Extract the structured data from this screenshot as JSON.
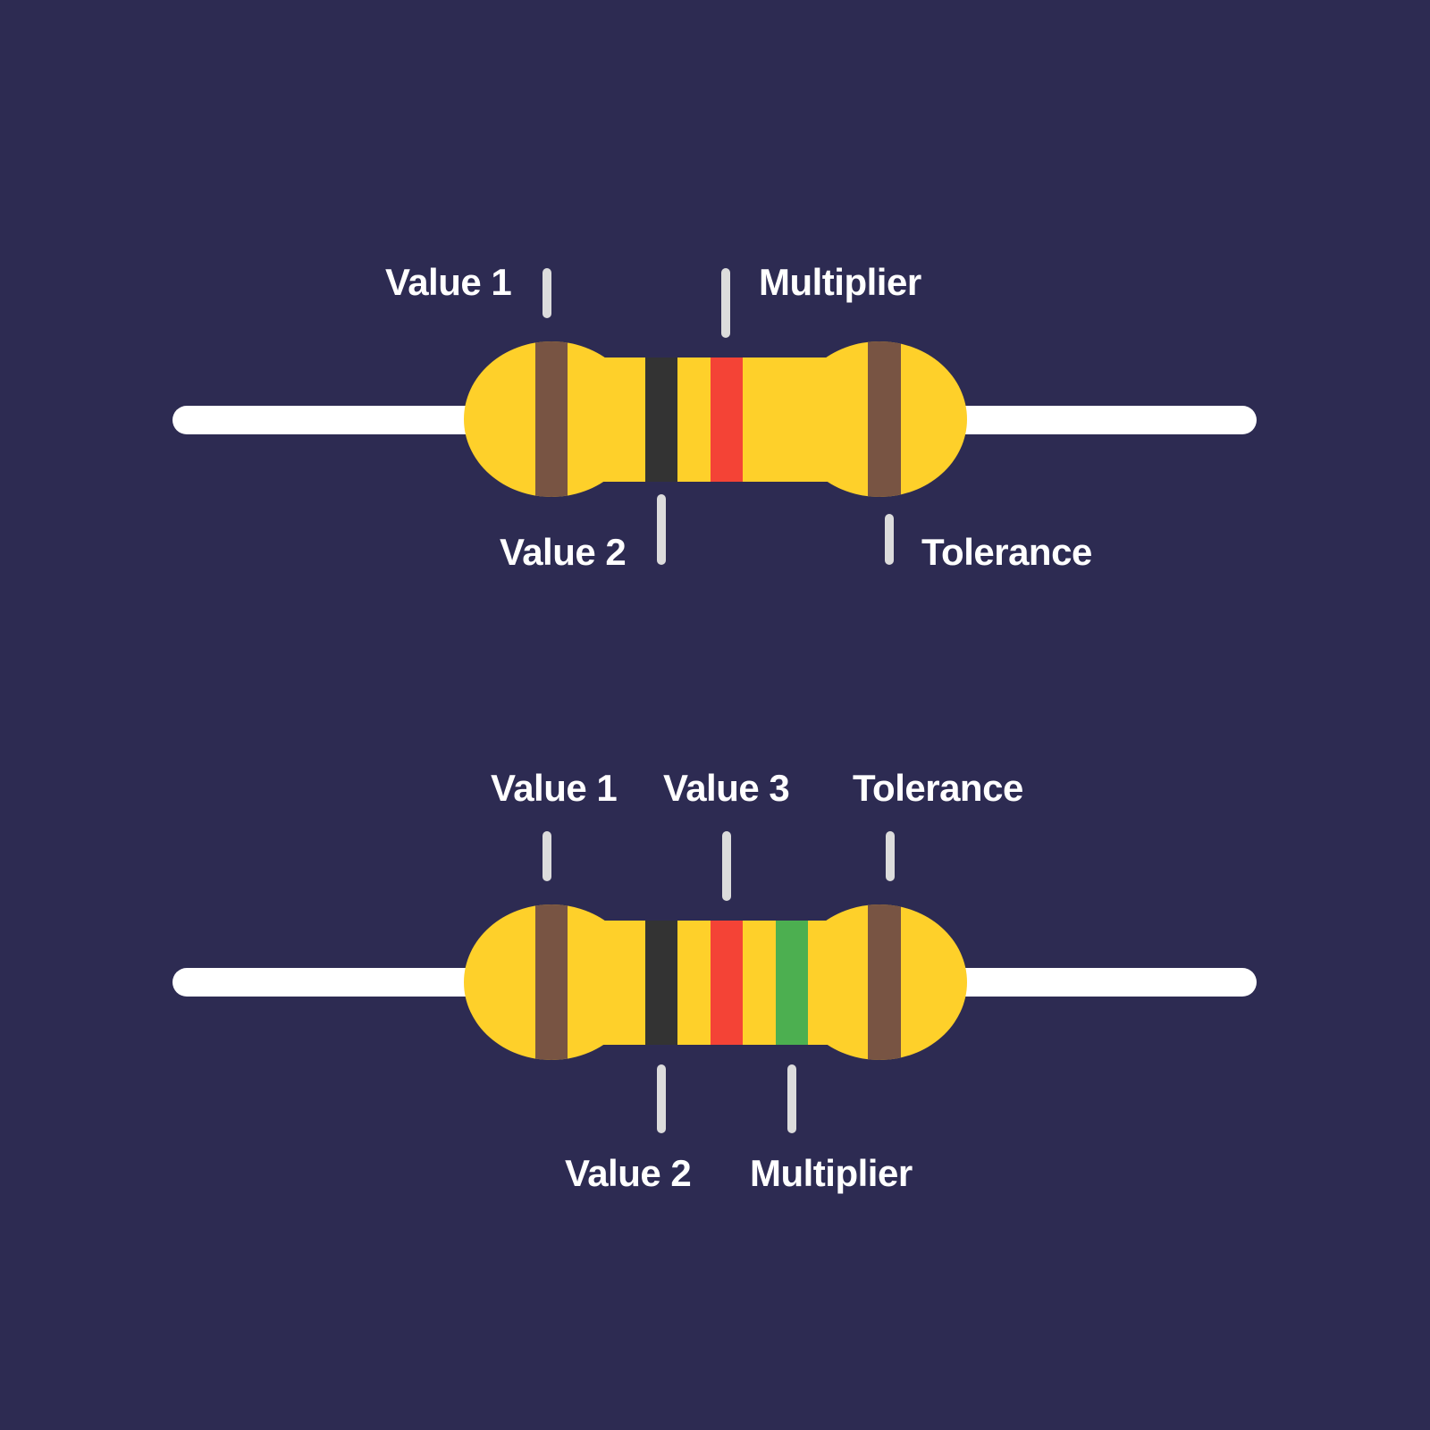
{
  "colors": {
    "background": "#2d2b52",
    "body": "#fed02a",
    "lead": "#ffffff",
    "tick": "#dcdcdc",
    "text": "#ffffff",
    "band_brown": "#785443",
    "band_black": "#333333",
    "band_red": "#f44336",
    "band_green": "#4caf50"
  },
  "resistors": [
    {
      "name": "four-band-resistor",
      "bands": [
        {
          "role": "Value 1",
          "color": "brown"
        },
        {
          "role": "Value 2",
          "color": "black"
        },
        {
          "role": "Multiplier",
          "color": "red"
        },
        {
          "role": "Tolerance",
          "color": "brown"
        }
      ],
      "labels": {
        "value1": "Value 1",
        "value2": "Value 2",
        "multiplier": "Multiplier",
        "tolerance": "Tolerance"
      }
    },
    {
      "name": "five-band-resistor",
      "bands": [
        {
          "role": "Value 1",
          "color": "brown"
        },
        {
          "role": "Value 2",
          "color": "black"
        },
        {
          "role": "Value 3",
          "color": "red"
        },
        {
          "role": "Multiplier",
          "color": "green"
        },
        {
          "role": "Tolerance",
          "color": "brown"
        }
      ],
      "labels": {
        "value1": "Value 1",
        "value2": "Value 2",
        "value3": "Value 3",
        "multiplier": "Multiplier",
        "tolerance": "Tolerance"
      }
    }
  ]
}
